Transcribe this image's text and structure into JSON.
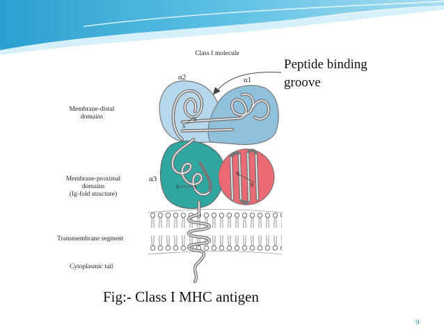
{
  "title": "Class I molecule",
  "callout": {
    "line1": "Peptide binding",
    "line2": "groove"
  },
  "labels": {
    "alpha1": "α1",
    "alpha2": "α2",
    "alpha3": "α3",
    "distal_line1": "Membrane-distal",
    "distal_line2": "domains",
    "proximal_line1": "Membrane-proximal",
    "proximal_line2": "domains",
    "proximal_line3": "(Ig-fold structure)",
    "transmembrane": "Transmembrane segment",
    "cytoplasmic": "Cytoplasmic tail",
    "disulfide": "S"
  },
  "caption": "Fig:- Class I MHC antigen",
  "page_number": "9",
  "colors": {
    "alpha1": "#8fc1dd",
    "alpha2": "#b6d7ec",
    "alpha3": "#2fa7a0",
    "beta2m": "#e96a72",
    "banner": "#3aaad6",
    "strand": "#777777"
  }
}
